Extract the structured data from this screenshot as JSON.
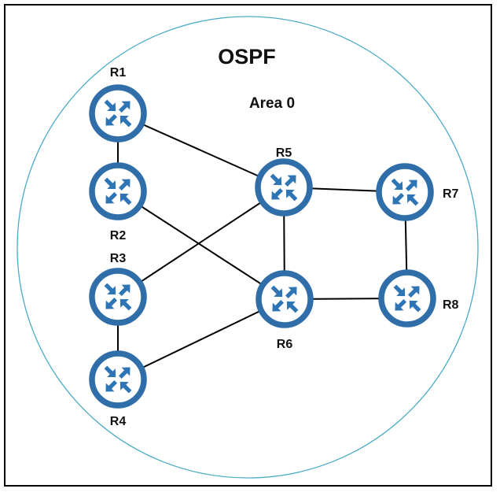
{
  "title": "OSPF",
  "area_label": "Area 0",
  "colors": {
    "area_circle": "#4bacc6",
    "router_ring": "#2f6ea8",
    "router_arrows": "#2e75b6",
    "link": "#000000",
    "frame": "#000000"
  },
  "routers": [
    {
      "id": "R1",
      "label": "R1",
      "icon": "router-icon"
    },
    {
      "id": "R2",
      "label": "R2",
      "icon": "router-icon"
    },
    {
      "id": "R3",
      "label": "R3",
      "icon": "router-icon"
    },
    {
      "id": "R4",
      "label": "R4",
      "icon": "router-icon"
    },
    {
      "id": "R5",
      "label": "R5",
      "icon": "router-icon"
    },
    {
      "id": "R6",
      "label": "R6",
      "icon": "router-icon"
    },
    {
      "id": "R7",
      "label": "R7",
      "icon": "router-icon"
    },
    {
      "id": "R8",
      "label": "R8",
      "icon": "router-icon"
    }
  ],
  "links": [
    [
      "R1",
      "R2"
    ],
    [
      "R1",
      "R5"
    ],
    [
      "R2",
      "R6"
    ],
    [
      "R3",
      "R5"
    ],
    [
      "R3",
      "R4"
    ],
    [
      "R4",
      "R6"
    ],
    [
      "R5",
      "R6"
    ],
    [
      "R5",
      "R7"
    ],
    [
      "R7",
      "R8"
    ],
    [
      "R6",
      "R8"
    ]
  ]
}
